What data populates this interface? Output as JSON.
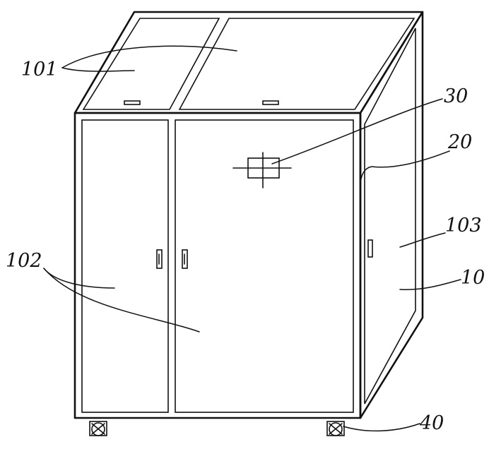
{
  "labels": {
    "top_doors": "101",
    "front_doors": "102",
    "side_door": "103",
    "cabinet_body": "10",
    "frame": "20",
    "mount": "30",
    "wheel": "40"
  }
}
